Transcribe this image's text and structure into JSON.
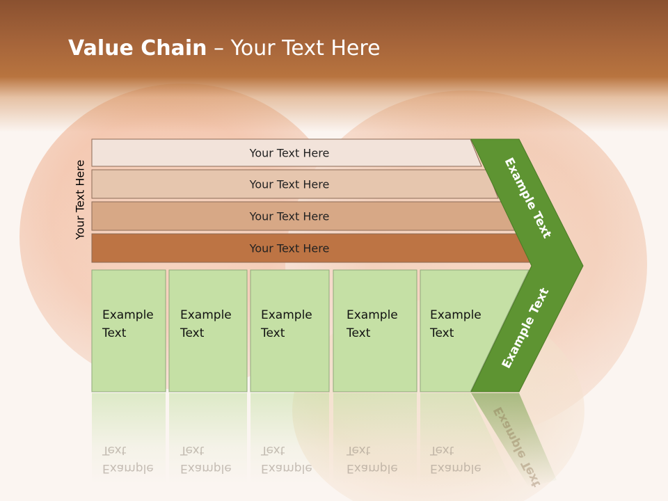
{
  "title": {
    "bold": "Value Chain",
    "rest": " – Your Text Here"
  },
  "side_label": "Your Text Here",
  "rows": [
    {
      "label": "Your Text Here",
      "color": "#f2e3da"
    },
    {
      "label": "Your Text Here",
      "color": "#e6c6ae"
    },
    {
      "label": "Your Text Here",
      "color": "#d7a886"
    },
    {
      "label": "Your Text Here",
      "color": "#bd7444"
    }
  ],
  "cells": [
    {
      "label": "Example\nText"
    },
    {
      "label": "Example\nText"
    },
    {
      "label": "Example\nText"
    },
    {
      "label": "Example\nText"
    },
    {
      "label": "Example\nText"
    }
  ],
  "chevron": {
    "top_label": "Example Text",
    "bottom_label": "Example Text",
    "color": "#5e9432"
  },
  "colors": {
    "cell_fill": "#c5e0a5",
    "header": "#a5643a"
  }
}
